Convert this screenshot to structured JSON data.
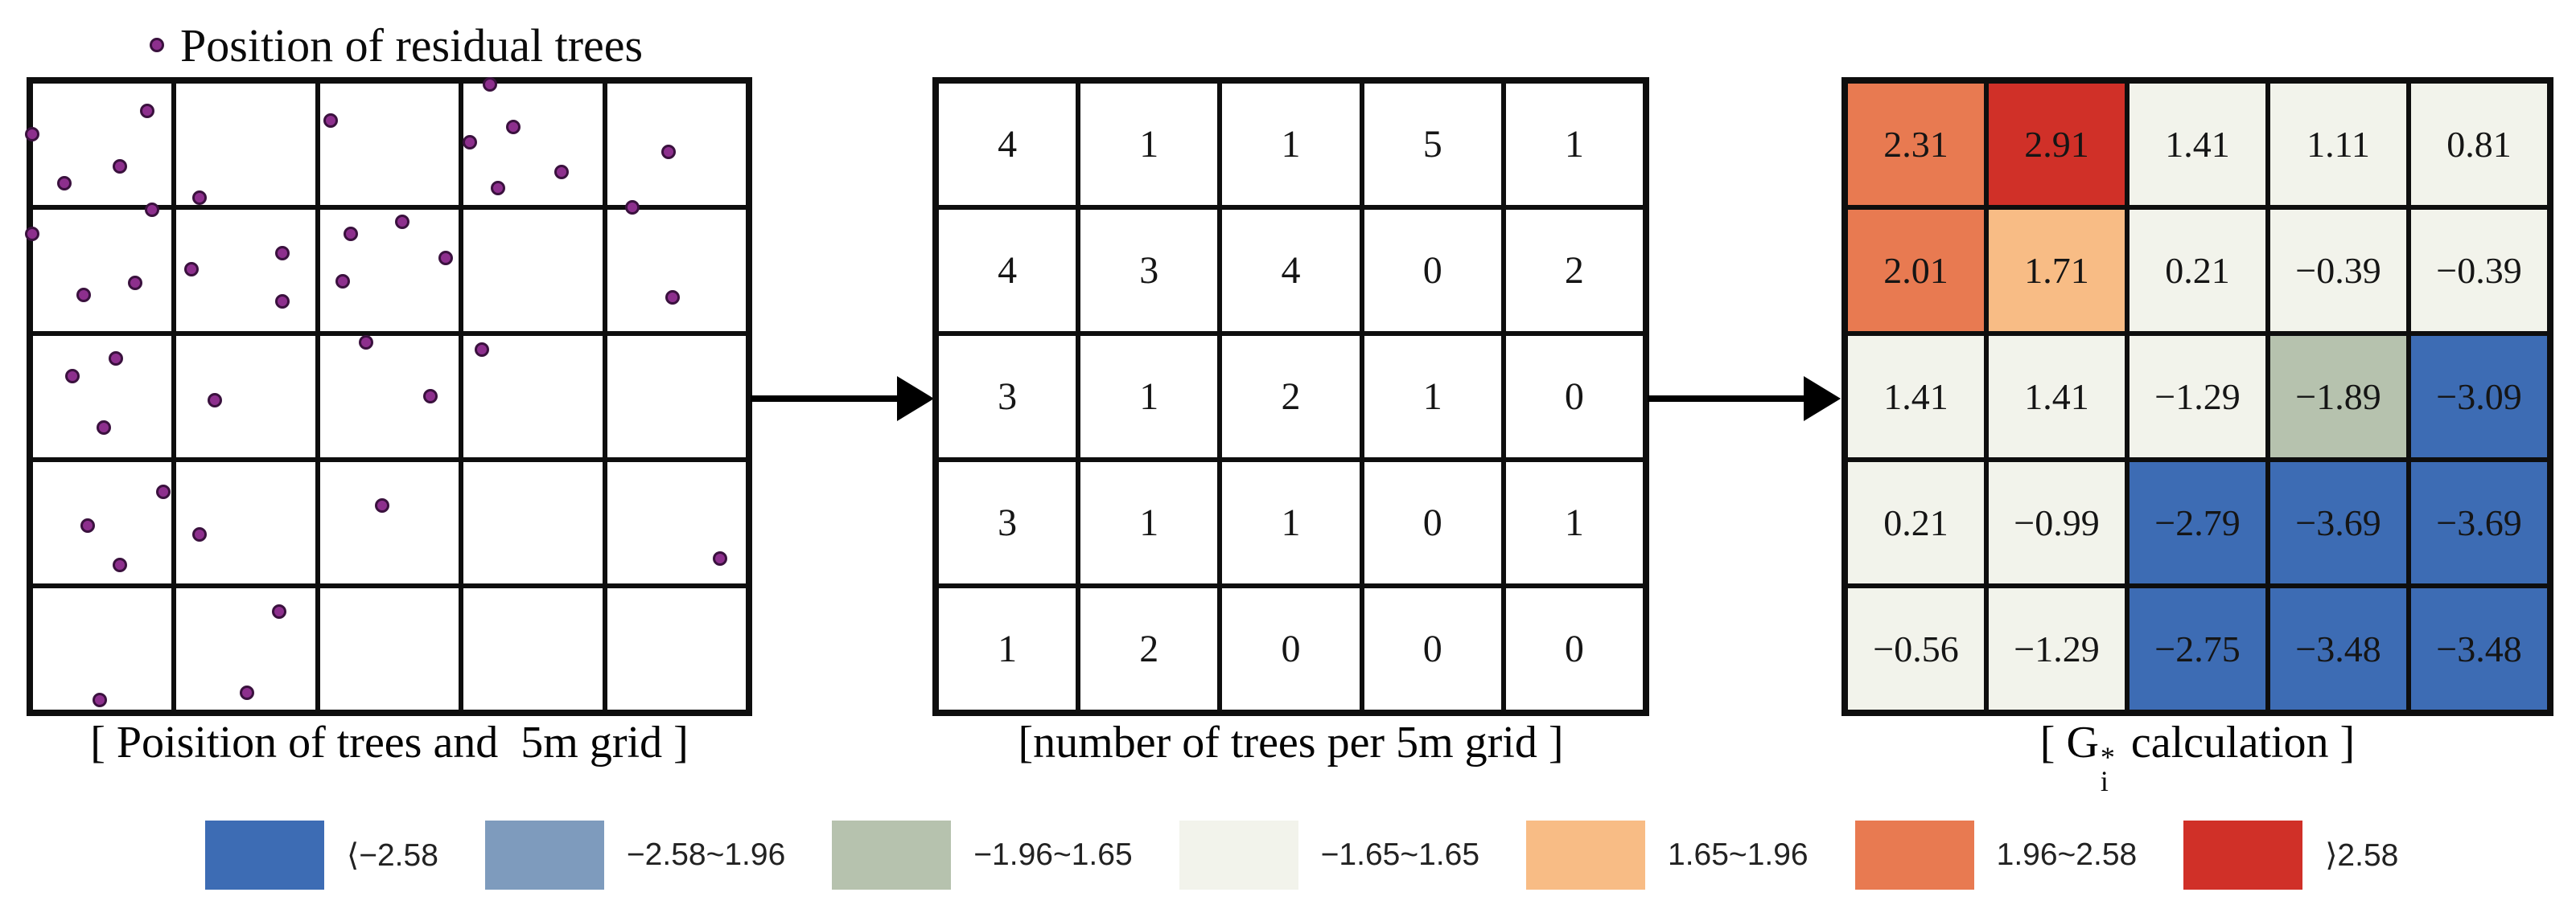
{
  "title": "Position of residual trees",
  "captions": {
    "left": "[ Poisition of trees and  5m grid ]",
    "middle": "[number of trees per 5m grid ]",
    "right_prefix": "[ G",
    "right_sub": "i",
    "right_sup": "*",
    "right_suffix": " calculation ]"
  },
  "colors": {
    "blue": "#3d6cb4",
    "steelblue": "#7e9bbd",
    "green": "#b6c2ae",
    "offwhite": "#f2f3eb",
    "lightorange": "#f8bc85",
    "orange": "#e87a51",
    "red": "#d03028",
    "dot": "#8d2f8d",
    "dot_ring": "#3a113e",
    "line": "#0e0e0e"
  },
  "chart_data": [
    {
      "type": "scatter",
      "name": "tree-positions",
      "title": "Position of residual trees",
      "grid": "5x5 (5m cells)",
      "points_pct": [
        [
          16.3,
          4.7
        ],
        [
          0.2,
          8.4
        ],
        [
          12.4,
          13.5
        ],
        [
          4.7,
          16.2
        ],
        [
          23.5,
          18.5
        ],
        [
          41.8,
          6.2
        ],
        [
          64.0,
          0.5
        ],
        [
          67.3,
          7.2
        ],
        [
          61.2,
          9.7
        ],
        [
          74.0,
          14.4
        ],
        [
          65.1,
          16.9
        ],
        [
          88.9,
          11.2
        ],
        [
          16.9,
          20.4
        ],
        [
          0.2,
          24.2
        ],
        [
          7.4,
          33.9
        ],
        [
          14.6,
          32.0
        ],
        [
          35.1,
          27.3
        ],
        [
          22.4,
          29.8
        ],
        [
          35.1,
          34.9
        ],
        [
          51.8,
          22.3
        ],
        [
          44.6,
          24.2
        ],
        [
          57.9,
          28.0
        ],
        [
          43.5,
          31.7
        ],
        [
          83.9,
          20.0
        ],
        [
          89.5,
          34.3
        ],
        [
          11.9,
          44.0
        ],
        [
          5.8,
          46.7
        ],
        [
          10.2,
          54.9
        ],
        [
          25.7,
          50.6
        ],
        [
          46.8,
          41.4
        ],
        [
          55.7,
          49.9
        ],
        [
          62.9,
          42.6
        ],
        [
          18.5,
          65.1
        ],
        [
          8.0,
          70.4
        ],
        [
          12.4,
          76.7
        ],
        [
          23.5,
          71.8
        ],
        [
          49.0,
          67.3
        ],
        [
          96.1,
          75.7
        ],
        [
          9.6,
          98.1
        ],
        [
          34.6,
          84.1
        ],
        [
          30.2,
          96.9
        ]
      ]
    },
    {
      "type": "heatmap",
      "name": "tree-counts",
      "title": "number of trees per 5m grid",
      "values": [
        [
          "4",
          "1",
          "1",
          "5",
          "1"
        ],
        [
          "4",
          "3",
          "4",
          "0",
          "2"
        ],
        [
          "3",
          "1",
          "2",
          "1",
          "0"
        ],
        [
          "3",
          "1",
          "1",
          "0",
          "1"
        ],
        [
          "1",
          "2",
          "0",
          "0",
          "0"
        ]
      ]
    },
    {
      "type": "heatmap",
      "name": "gi-star",
      "title": "Gi* calculation",
      "values": [
        [
          "2.31",
          "2.91",
          "1.41",
          "1.11",
          "0.81"
        ],
        [
          "2.01",
          "1.71",
          "0.21",
          "−0.39",
          "−0.39"
        ],
        [
          "1.41",
          "1.41",
          "−1.29",
          "−1.89",
          "−3.09"
        ],
        [
          "0.21",
          "−0.99",
          "−2.79",
          "−3.69",
          "−3.69"
        ],
        [
          "−0.56",
          "−1.29",
          "−2.75",
          "−3.48",
          "−3.48"
        ]
      ],
      "cell_colors": [
        [
          "orange",
          "red",
          "offwhite",
          "offwhite",
          "offwhite"
        ],
        [
          "orange",
          "lightorange",
          "offwhite",
          "offwhite",
          "offwhite"
        ],
        [
          "offwhite",
          "offwhite",
          "offwhite",
          "green",
          "blue"
        ],
        [
          "offwhite",
          "offwhite",
          "blue",
          "blue",
          "blue"
        ],
        [
          "offwhite",
          "offwhite",
          "blue",
          "blue",
          "blue"
        ]
      ]
    }
  ],
  "legend": {
    "items": [
      {
        "label": "⟨−2.58",
        "color": "blue"
      },
      {
        "label": "−2.58~1.96",
        "color": "steelblue"
      },
      {
        "label": "−1.96~1.65",
        "color": "green"
      },
      {
        "label": "−1.65~1.65",
        "color": "offwhite"
      },
      {
        "label": "1.65~1.96",
        "color": "lightorange"
      },
      {
        "label": "1.96~2.58",
        "color": "orange"
      },
      {
        "label": "⟩2.58",
        "color": "red"
      }
    ]
  }
}
